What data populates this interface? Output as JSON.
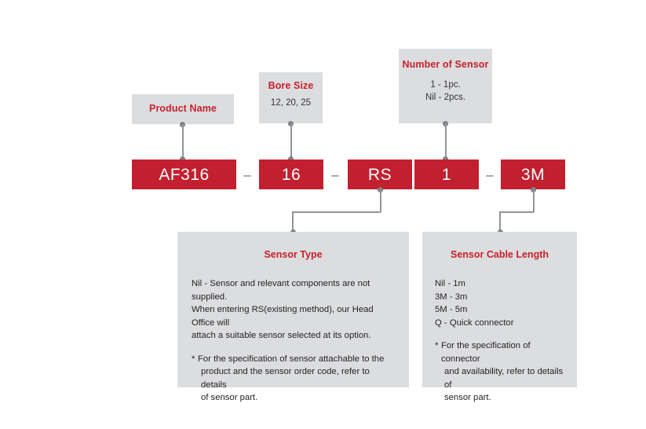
{
  "diagram": {
    "title": "Product Order Code Breakdown",
    "colors": {
      "red": "#c2202f",
      "red_text": "#c8202e",
      "grey_panel": "#dcdddf",
      "connector": "#939598",
      "body_text": "#231f20"
    }
  },
  "code_boxes": [
    {
      "id": "product-name",
      "value": "AF316"
    },
    {
      "id": "bore-size",
      "value": "16"
    },
    {
      "id": "sensor-type",
      "value": "RS"
    },
    {
      "id": "number-of-sensor",
      "value": "1"
    },
    {
      "id": "cable-length",
      "value": "3M"
    }
  ],
  "separators": [
    {
      "id": "sep-1",
      "value": "–"
    },
    {
      "id": "sep-2",
      "value": "–"
    },
    {
      "id": "sep-3",
      "value": "–"
    }
  ],
  "callouts": {
    "product_name": {
      "title": "Product Name",
      "lines": []
    },
    "bore_size": {
      "title": "Bore Size",
      "lines": [
        "12, 20, 25"
      ]
    },
    "number_of_sensor": {
      "title": "Number of Sensor",
      "lines": [
        "1 - 1pc.",
        "Nil - 2pcs."
      ]
    }
  },
  "detail_panels": {
    "sensor_type": {
      "title": "Sensor Type",
      "paragraph_lines": [
        "Nil - Sensor and relevant components are not supplied.",
        "When entering RS(existing method), our Head Office will",
        "attach a suitable sensor selected at its option."
      ],
      "note_star": "*",
      "note_lines": [
        "For the specification of sensor attachable to the",
        "product and the sensor order code, refer to details",
        "of sensor part."
      ]
    },
    "sensor_cable_length": {
      "title": "Sensor Cable Length",
      "options": [
        "Nil - 1m",
        "3M - 3m",
        "5M - 5m",
        "Q - Quick connector"
      ],
      "note_star": "*",
      "note_lines": [
        "For the specification of connector",
        "and availability, refer to details of",
        "sensor part."
      ]
    }
  }
}
